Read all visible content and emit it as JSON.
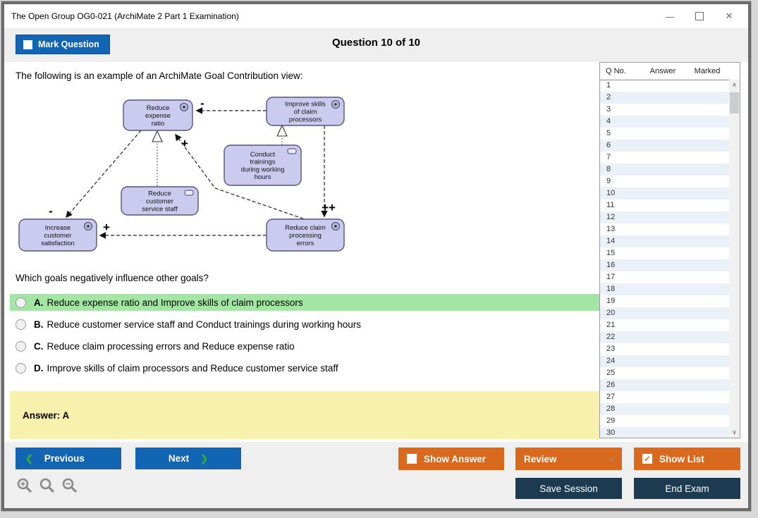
{
  "window": {
    "title": "The Open Group OG0-021 (ArchiMate 2 Part 1 Examination)",
    "controls": {
      "minimize": "—",
      "close": "✕"
    }
  },
  "header": {
    "mark_question_label": "Mark Question",
    "question_counter": "Question 10 of 10"
  },
  "question": {
    "intro": "The following is an example of an ArchiMate Goal Contribution view:",
    "prompt": "Which goals negatively influence other goals?",
    "options": [
      {
        "letter": "A.",
        "text": "Reduce expense ratio and Improve skills of claim processors",
        "highlighted": true,
        "selected": false
      },
      {
        "letter": "B.",
        "text": "Reduce customer service staff and Conduct trainings during working hours",
        "highlighted": false,
        "selected": false
      },
      {
        "letter": "C.",
        "text": "Reduce claim processing errors and Reduce expense ratio",
        "highlighted": false,
        "selected": false
      },
      {
        "letter": "D.",
        "text": "Improve skills of claim processors and Reduce customer service staff",
        "highlighted": false,
        "selected": false
      }
    ],
    "answer_label": "Answer: A"
  },
  "diagram": {
    "nodes": [
      {
        "id": "reduce-expense",
        "label": [
          "Reduce",
          "expense",
          "ratio"
        ],
        "type": "goal"
      },
      {
        "id": "improve-skills",
        "label": [
          "Improve skills",
          "of claim",
          "processors"
        ],
        "type": "goal"
      },
      {
        "id": "conduct-trainings",
        "label": [
          "Conduct",
          "trainings",
          "during working",
          "hours"
        ],
        "type": "work-package"
      },
      {
        "id": "reduce-staff",
        "label": [
          "Reduce",
          "customer",
          "service staff"
        ],
        "type": "work-package"
      },
      {
        "id": "increase-customer",
        "label": [
          "Increase",
          "customer",
          "satisfaction"
        ],
        "type": "goal"
      },
      {
        "id": "reduce-claim",
        "label": [
          "Reduce claim",
          "processing",
          "errors"
        ],
        "type": "goal"
      }
    ],
    "edges": [
      {
        "id": "e1",
        "from": "improve-skills",
        "to": "reduce-expense",
        "type": "influence",
        "label": "-"
      },
      {
        "id": "e2",
        "from": "reduce-expense",
        "to": "increase-customer",
        "type": "influence",
        "label": "-"
      },
      {
        "id": "e3",
        "from": "reduce-staff",
        "to": "reduce-expense",
        "type": "realization",
        "label": ""
      },
      {
        "id": "e4",
        "from": "reduce-claim",
        "to": "reduce-expense",
        "type": "influence",
        "label": "+"
      },
      {
        "id": "e5",
        "from": "conduct-trainings",
        "to": "improve-skills",
        "type": "realization",
        "label": ""
      },
      {
        "id": "e6",
        "from": "improve-skills",
        "to": "reduce-claim",
        "type": "influence",
        "label": "++"
      },
      {
        "id": "e7",
        "from": "reduce-claim",
        "to": "increase-customer",
        "type": "influence",
        "label": "+"
      }
    ]
  },
  "question_list": {
    "headers": {
      "qno": "Q No.",
      "answer": "Answer",
      "marked": "Marked"
    },
    "rows": [
      {
        "q": "1",
        "answer": "",
        "marked": ""
      },
      {
        "q": "2",
        "answer": "",
        "marked": ""
      },
      {
        "q": "3",
        "answer": "",
        "marked": ""
      },
      {
        "q": "4",
        "answer": "",
        "marked": ""
      },
      {
        "q": "5",
        "answer": "",
        "marked": ""
      },
      {
        "q": "6",
        "answer": "",
        "marked": ""
      },
      {
        "q": "7",
        "answer": "",
        "marked": ""
      },
      {
        "q": "8",
        "answer": "",
        "marked": ""
      },
      {
        "q": "9",
        "answer": "",
        "marked": ""
      },
      {
        "q": "10",
        "answer": "",
        "marked": ""
      },
      {
        "q": "11",
        "answer": "",
        "marked": ""
      },
      {
        "q": "12",
        "answer": "",
        "marked": ""
      },
      {
        "q": "13",
        "answer": "",
        "marked": ""
      },
      {
        "q": "14",
        "answer": "",
        "marked": ""
      },
      {
        "q": "15",
        "answer": "",
        "marked": ""
      },
      {
        "q": "16",
        "answer": "",
        "marked": ""
      },
      {
        "q": "17",
        "answer": "",
        "marked": ""
      },
      {
        "q": "18",
        "answer": "",
        "marked": ""
      },
      {
        "q": "19",
        "answer": "",
        "marked": ""
      },
      {
        "q": "20",
        "answer": "",
        "marked": ""
      },
      {
        "q": "21",
        "answer": "",
        "marked": ""
      },
      {
        "q": "22",
        "answer": "",
        "marked": ""
      },
      {
        "q": "23",
        "answer": "",
        "marked": ""
      },
      {
        "q": "24",
        "answer": "",
        "marked": ""
      },
      {
        "q": "25",
        "answer": "",
        "marked": ""
      },
      {
        "q": "26",
        "answer": "",
        "marked": ""
      },
      {
        "q": "27",
        "answer": "",
        "marked": ""
      },
      {
        "q": "28",
        "answer": "",
        "marked": ""
      },
      {
        "q": "29",
        "answer": "",
        "marked": ""
      },
      {
        "q": "30",
        "answer": "",
        "marked": ""
      }
    ]
  },
  "footer": {
    "previous": "Previous",
    "next": "Next",
    "show_answer": "Show Answer",
    "review": "Review",
    "show_list": "Show List",
    "save_session": "Save Session",
    "end_exam": "End Exam"
  },
  "colors": {
    "accent_blue": "#1165b3",
    "accent_orange": "#d8691d",
    "accent_navy": "#1d3b50",
    "highlight_green": "#a3e6a3",
    "answer_yellow": "#f8f1ad",
    "diagram_node_fill": "#cbcbef",
    "diagram_node_stroke": "#55557d",
    "alt_row_blue": "#eaf1f8"
  }
}
